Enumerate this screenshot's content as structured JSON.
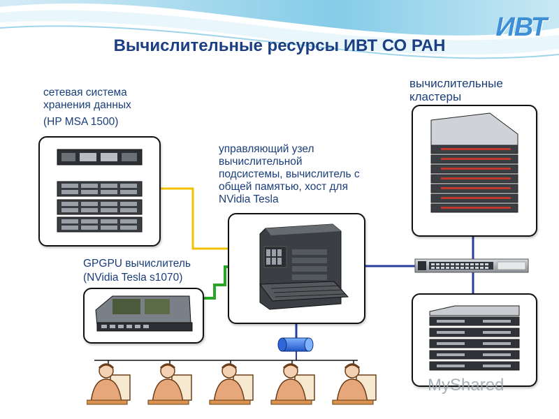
{
  "title": "Вычислительные ресурсы ИВТ СО РАН",
  "logo_text": "ИВТ",
  "storage": {
    "label_line1": "сетевая система",
    "label_line2": "хранения данных",
    "label_line3": "(HP MSA 1500)"
  },
  "control_node": {
    "label_line1": "управляющий узел",
    "label_line2": "вычислительной",
    "label_line3": "подсистемы, вычислитель с",
    "label_line4": "общей памятью, хост для",
    "label_line5": "NVidia Tesla"
  },
  "clusters": {
    "label_line1": "вычислительные",
    "label_line2": "кластеры"
  },
  "gpgpu": {
    "label_line1": "GPGPU вычислитель",
    "label_line2": "(NVidia Tesla s1070)"
  },
  "watermark": "MyShared",
  "colors": {
    "title": "#1b3f82",
    "link_yellow": "#f2c200",
    "link_green": "#2aa52a",
    "link_blue": "#2b3d9a",
    "hub": "#3a6fd0"
  },
  "icons": {
    "users": [
      "user-icon",
      "user-icon",
      "user-icon",
      "user-icon",
      "user-icon"
    ]
  }
}
